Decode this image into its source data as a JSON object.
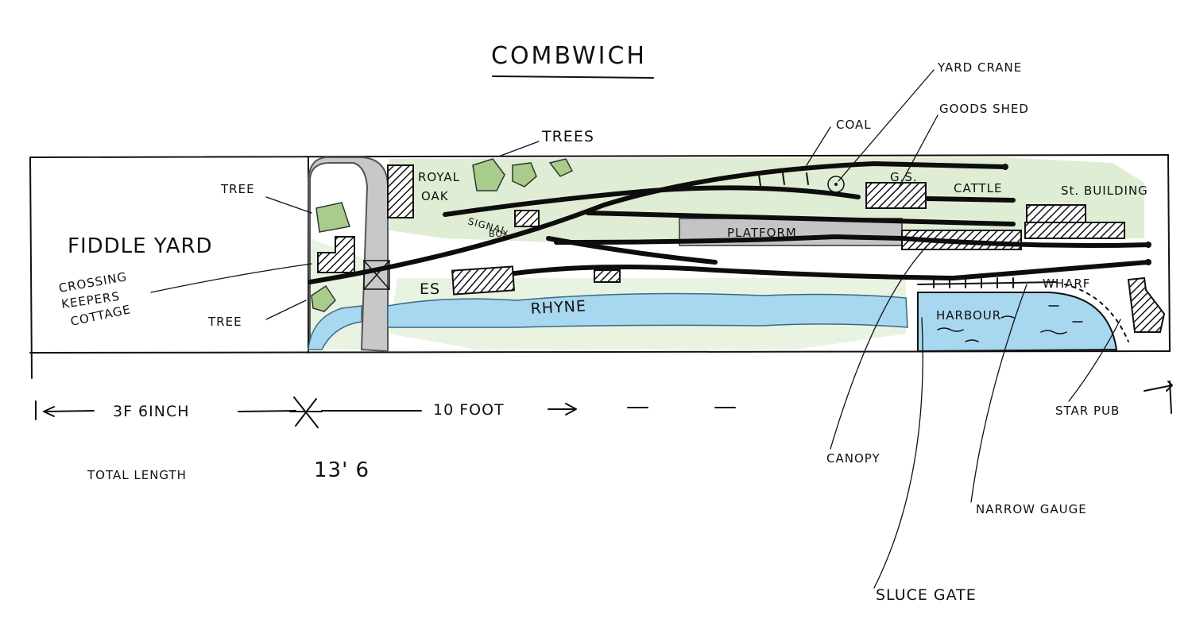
{
  "title": "COMBWICH",
  "labels": {
    "fiddle_yard": "FIDDLE YARD",
    "crossing_keepers_cottage_1": "CROSSING",
    "crossing_keepers_cottage_2": "KEEPERS",
    "crossing_keepers_cottage_3": "COTTAGE",
    "tree_top": "TREE",
    "tree_bottom": "TREE",
    "trees": "TREES",
    "royal_oak_1": "ROYAL",
    "royal_oak_2": "OAK",
    "signal_box_1": "SIGNAL",
    "signal_box_2": "BOX",
    "es": "ES",
    "rhyne": "RHYNE",
    "coal": "COAL",
    "yard_crane": "YARD CRANE",
    "goods_shed": "GOODS SHED",
    "gs": "G.S.",
    "cattle": "CATTLE",
    "st_building": "St. BUILDING",
    "platform": "PLATFORM",
    "wharf": "WHARF",
    "harbour": "HARBOUR",
    "star_pub": "STAR PUB",
    "canopy": "CANOPY",
    "narrow_gauge": "NARROW GAUGE",
    "sluice_gate": "SLUCE GATE"
  },
  "dimensions": {
    "left_section": "3F 6INCH",
    "right_section": "10 FOOT",
    "total_label": "TOTAL LENGTH",
    "total_value": "13' 6"
  },
  "colors": {
    "water": "#a8d8f0",
    "grass": "#dcebd0",
    "trees": "#a9cc8a",
    "road": "#c8c8c8",
    "platform": "#c4c4c4",
    "ink": "#111111"
  }
}
